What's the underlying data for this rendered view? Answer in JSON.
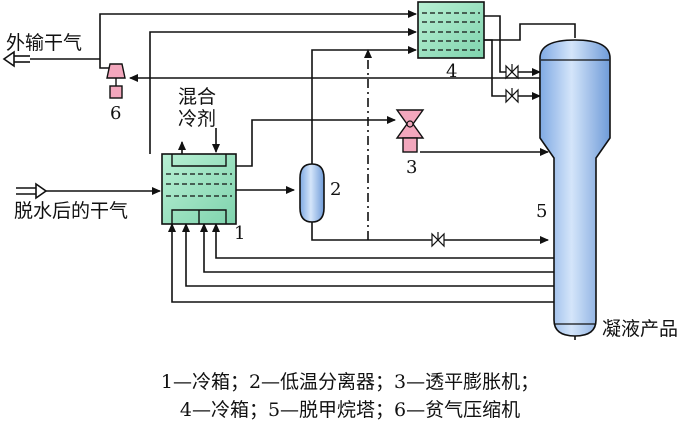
{
  "labels": {
    "export_gas": "外输干气",
    "feed_gas": "脱水后的干气",
    "mixed_refrigerant_line1": "混合",
    "mixed_refrigerant_line2": "冷剂",
    "condensate": "凝液产品"
  },
  "equipment_numbers": {
    "cold_box_1": "1",
    "separator": "2",
    "expander": "3",
    "cold_box_2": "4",
    "column": "5",
    "compressor": "6"
  },
  "legend": {
    "line1": "1—冷箱；2—低温分离器；3—透平膨胀机；",
    "line2": "4—冷箱；5—脱甲烷塔；6—贫气压缩机"
  },
  "colors": {
    "cold_box_fill": "#9de3c2",
    "column_fill": "#a9c8ef",
    "expander_fill": "#f3a7bd",
    "compressor_fill": "#f3a7bd",
    "line": "#111111"
  }
}
